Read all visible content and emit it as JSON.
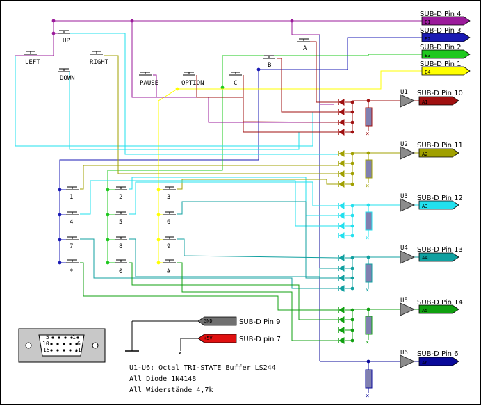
{
  "buttons": {
    "up": "UP",
    "left": "LEFT",
    "right": "RIGHT",
    "down": "DOWN",
    "pause": "PAUSE",
    "option": "OPTION",
    "a": "A",
    "b": "B",
    "c": "C",
    "keypad": [
      "1",
      "2",
      "3",
      "4",
      "5",
      "6",
      "7",
      "8",
      "9",
      "*",
      "0",
      "#"
    ]
  },
  "connector_pins": {
    "e1": "SUB-D Pin 4",
    "e2": "SUB-D Pin 3",
    "e3": "SUB-D Pin 2",
    "e4": "SUB-D Pin 1",
    "a1": "SUB-D Pin 10",
    "a2": "SUB-D Pin 11",
    "a3": "SUB-D Pin 12",
    "a4": "SUB-D Pin 13",
    "a5": "SUB-D Pin 14",
    "a6": "SUB-D Pin 6",
    "gnd": "SUB-D Pin 9",
    "v5": "SUB-D pin 7"
  },
  "tags": {
    "e1": "E1",
    "e2": "E2",
    "e3": "E3",
    "e4": "E4",
    "a1": "A1",
    "a2": "A2",
    "a3": "A3",
    "a4": "A4",
    "a5": "A5",
    "a6": "A6",
    "gnd": "GND",
    "v5": "+5V"
  },
  "buffers": [
    "U1",
    "U2",
    "U3",
    "U4",
    "U5",
    "U6"
  ],
  "connector_pin_numbers": [
    "5",
    "1",
    "10",
    "6",
    "15",
    "11"
  ],
  "notes": [
    "U1-U6: Octal TRI-STATE Buffer LS244",
    "All  Diode  1N4148",
    "All  Widerstände 4,7k"
  ],
  "colors": {
    "e1": "#9b1b9b",
    "e2": "#1a1ab4",
    "e3": "#1ec81e",
    "e4": "#ffff00",
    "a1": "#a01010",
    "a2": "#a0a000",
    "a3": "#22e0ee",
    "a4": "#10a0a0",
    "a5": "#10a010",
    "a6": "#0a0a9a",
    "gnd": "#707070",
    "v5": "#e01010",
    "resistor": "#8080b0",
    "buffer": "#8c8c8c"
  }
}
